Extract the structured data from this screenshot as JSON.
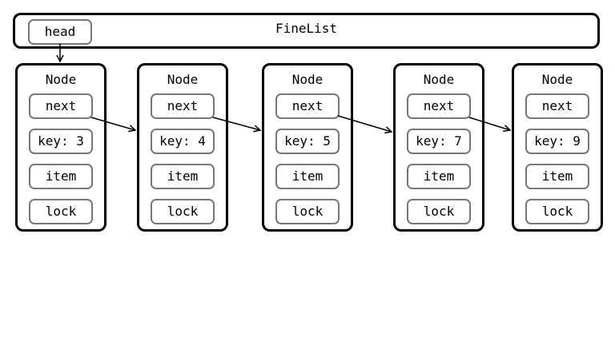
{
  "list": {
    "title": "FineList",
    "head_label": "head"
  },
  "nodes": [
    {
      "title": "Node",
      "next": "next",
      "key": "key: 3",
      "item": "item",
      "lock": "lock"
    },
    {
      "title": "Node",
      "next": "next",
      "key": "key: 4",
      "item": "item",
      "lock": "lock"
    },
    {
      "title": "Node",
      "next": "next",
      "key": "key: 5",
      "item": "item",
      "lock": "lock"
    },
    {
      "title": "Node",
      "next": "next",
      "key": "key: 7",
      "item": "item",
      "lock": "lock"
    },
    {
      "title": "Node",
      "next": "next",
      "key": "key: 9",
      "item": "item",
      "lock": "lock"
    }
  ]
}
